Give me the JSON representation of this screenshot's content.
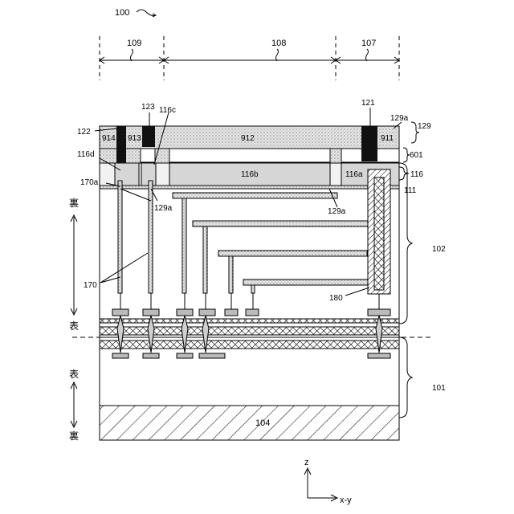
{
  "figure_ref": "100",
  "regions": [
    "109",
    "108",
    "107"
  ],
  "layer_labels": {
    "l912": "912",
    "l911": "911",
    "l913": "913",
    "l914": "914",
    "l116a": "116a",
    "l116b": "116b",
    "l116c": "116c",
    "l116d": "116d",
    "l121": "121",
    "l122": "122",
    "l123": "123",
    "l129a_top": "129a",
    "l129": "129",
    "l601": "601",
    "l116": "116",
    "l111": "111",
    "l170a": "170a",
    "l129a_left": "129a",
    "l129a_mid": "129a",
    "l170": "170",
    "l180": "180",
    "l102": "102",
    "l101": "101",
    "l104": "104"
  },
  "side_labels": {
    "back_top": "裏",
    "front_top": "表",
    "front_bottom": "表",
    "back_bottom": "裏"
  },
  "axes": {
    "z": "z",
    "xy": "x-y"
  }
}
